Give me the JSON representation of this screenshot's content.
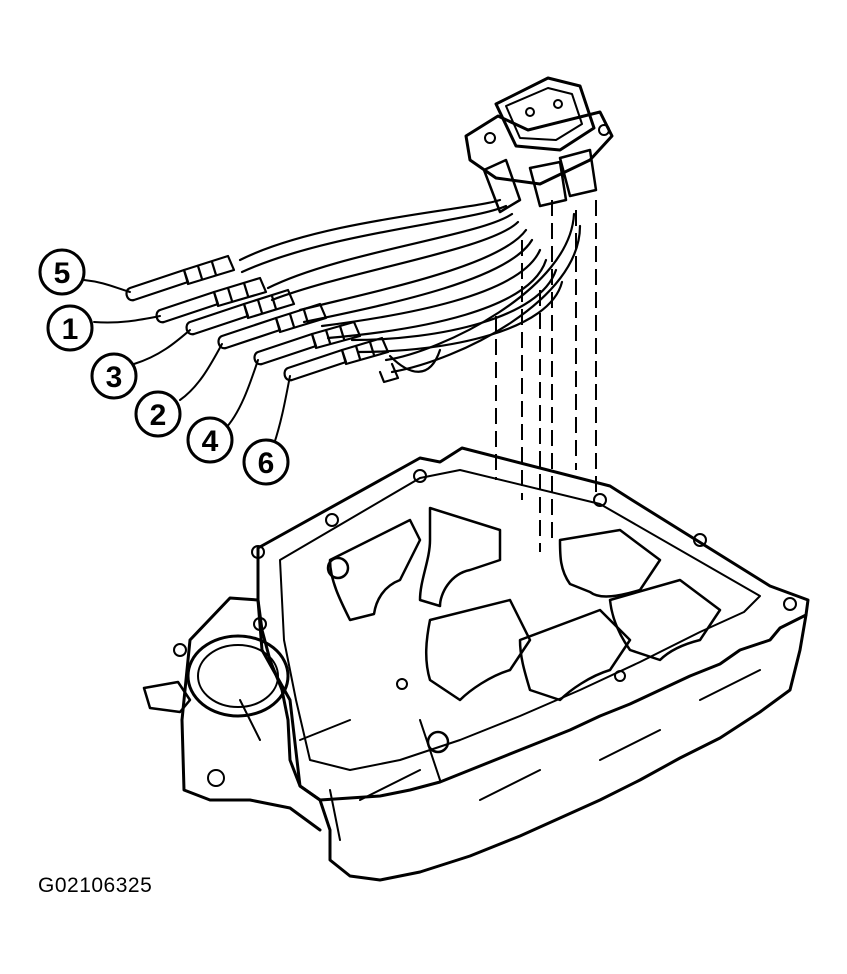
{
  "figure_id": "G02106325",
  "callouts": [
    {
      "label": "5"
    },
    {
      "label": "1"
    },
    {
      "label": "3"
    },
    {
      "label": "2"
    },
    {
      "label": "4"
    },
    {
      "label": "6"
    }
  ],
  "colors": {
    "ink": "#000000",
    "paper": "#ffffff"
  }
}
